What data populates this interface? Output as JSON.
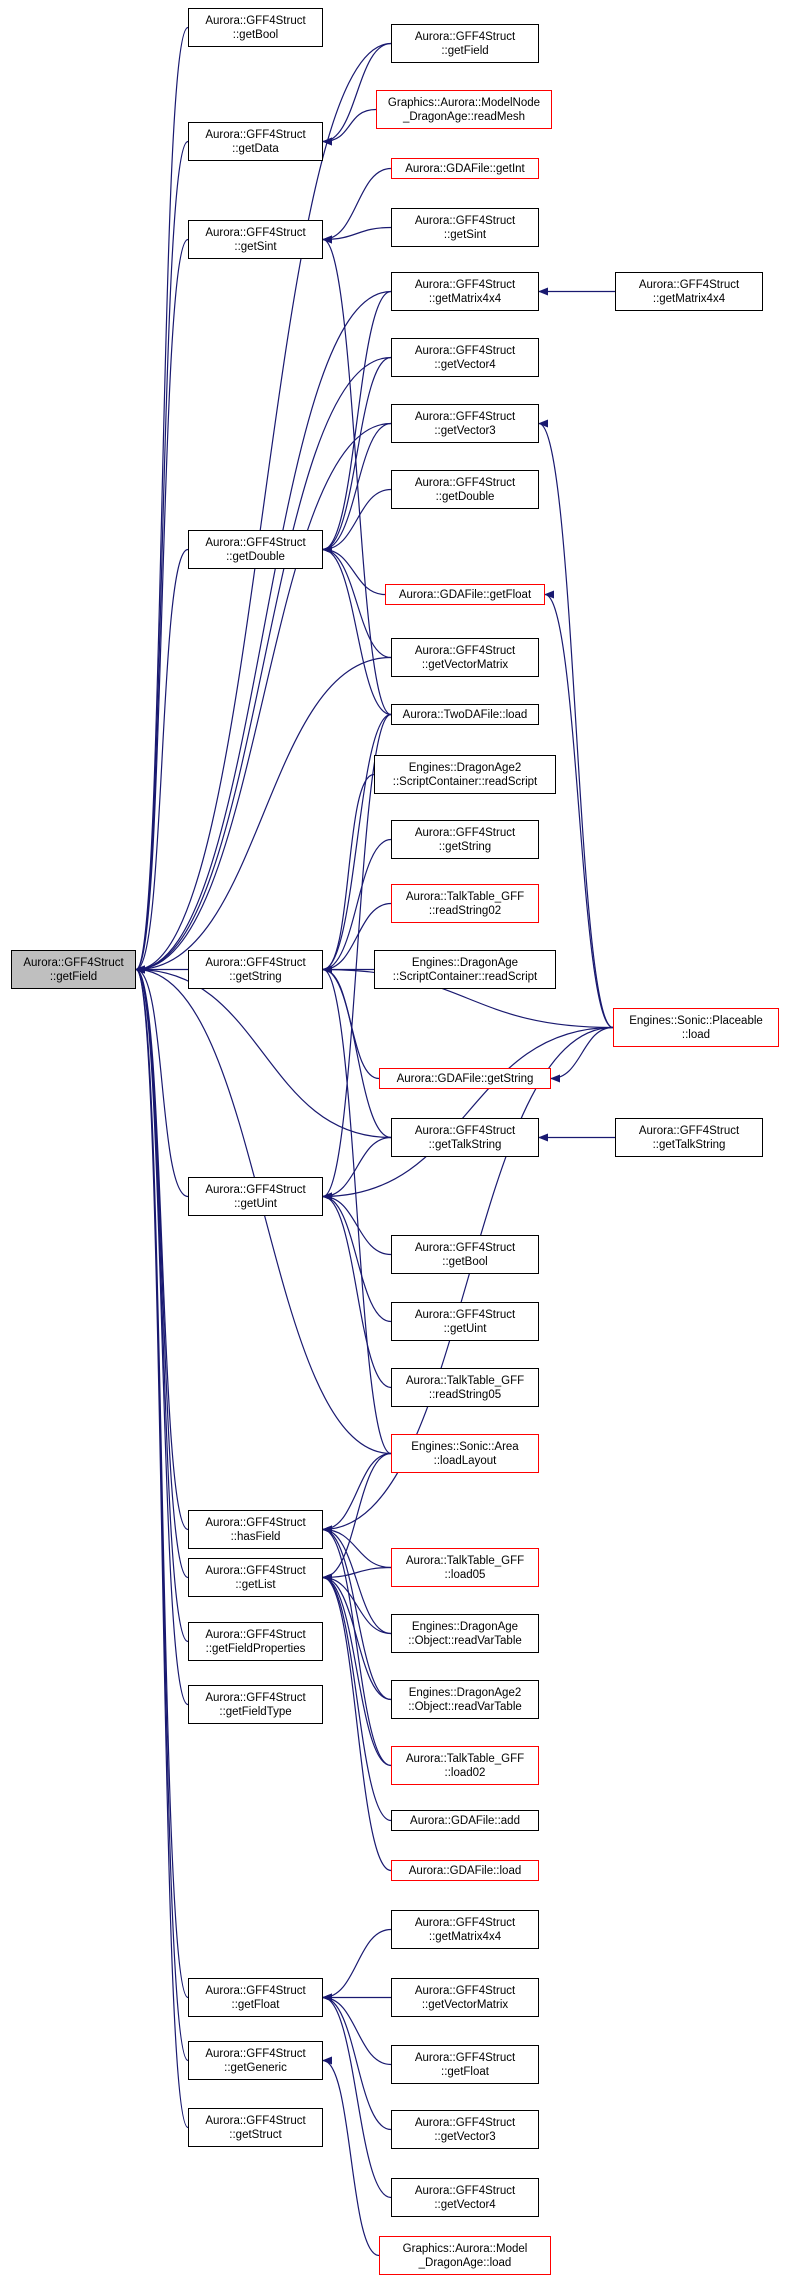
{
  "nodes": [
    {
      "id": "root",
      "label": "Aurora::GFF4Struct\n::getField",
      "kind": "root"
    },
    {
      "id": "getBool_a",
      "label": "Aurora::GFF4Struct\n::getBool",
      "kind": "normal"
    },
    {
      "id": "getData",
      "label": "Aurora::GFF4Struct\n::getData",
      "kind": "normal"
    },
    {
      "id": "getSint",
      "label": "Aurora::GFF4Struct\n::getSint",
      "kind": "normal"
    },
    {
      "id": "getDouble",
      "label": "Aurora::GFF4Struct\n::getDouble",
      "kind": "normal"
    },
    {
      "id": "getString",
      "label": "Aurora::GFF4Struct\n::getString",
      "kind": "normal"
    },
    {
      "id": "getUint",
      "label": "Aurora::GFF4Struct\n::getUint",
      "kind": "normal"
    },
    {
      "id": "hasField",
      "label": "Aurora::GFF4Struct\n::hasField",
      "kind": "normal"
    },
    {
      "id": "getList",
      "label": "Aurora::GFF4Struct\n::getList",
      "kind": "normal"
    },
    {
      "id": "getFieldProperties",
      "label": "Aurora::GFF4Struct\n::getFieldProperties",
      "kind": "normal"
    },
    {
      "id": "getFieldType",
      "label": "Aurora::GFF4Struct\n::getFieldType",
      "kind": "normal"
    },
    {
      "id": "getFloat",
      "label": "Aurora::GFF4Struct\n::getFloat",
      "kind": "normal"
    },
    {
      "id": "getGeneric",
      "label": "Aurora::GFF4Struct\n::getGeneric",
      "kind": "normal"
    },
    {
      "id": "getStruct",
      "label": "Aurora::GFF4Struct\n::getStruct",
      "kind": "normal"
    },
    {
      "id": "c_getField",
      "label": "Aurora::GFF4Struct\n::getField",
      "kind": "normal"
    },
    {
      "id": "readMesh",
      "label": "Graphics::Aurora::ModelNode\n_DragonAge::readMesh",
      "kind": "red"
    },
    {
      "id": "gda_getInt",
      "label": "Aurora::GDAFile::getInt",
      "kind": "red"
    },
    {
      "id": "c_getSint",
      "label": "Aurora::GFF4Struct\n::getSint",
      "kind": "normal"
    },
    {
      "id": "c_getMatrix4x4",
      "label": "Aurora::GFF4Struct\n::getMatrix4x4",
      "kind": "normal"
    },
    {
      "id": "c_getVector4",
      "label": "Aurora::GFF4Struct\n::getVector4",
      "kind": "normal"
    },
    {
      "id": "c_getVector3",
      "label": "Aurora::GFF4Struct\n::getVector3",
      "kind": "normal"
    },
    {
      "id": "c_getDouble",
      "label": "Aurora::GFF4Struct\n::getDouble",
      "kind": "normal"
    },
    {
      "id": "gda_getFloat",
      "label": "Aurora::GDAFile::getFloat",
      "kind": "red"
    },
    {
      "id": "c_getVectorMatrix",
      "label": "Aurora::GFF4Struct\n::getVectorMatrix",
      "kind": "normal"
    },
    {
      "id": "twoda_load",
      "label": "Aurora::TwoDAFile::load",
      "kind": "normal"
    },
    {
      "id": "da2_readScript",
      "label": "Engines::DragonAge2\n::ScriptContainer::readScript",
      "kind": "normal"
    },
    {
      "id": "c_getString",
      "label": "Aurora::GFF4Struct\n::getString",
      "kind": "normal"
    },
    {
      "id": "tt_readString02",
      "label": "Aurora::TalkTable_GFF\n::readString02",
      "kind": "red"
    },
    {
      "id": "da_readScript",
      "label": "Engines::DragonAge\n::ScriptContainer::readScript",
      "kind": "normal"
    },
    {
      "id": "gda_getString",
      "label": "Aurora::GDAFile::getString",
      "kind": "red"
    },
    {
      "id": "c_getTalkString",
      "label": "Aurora::GFF4Struct\n::getTalkString",
      "kind": "normal"
    },
    {
      "id": "c_getBool",
      "label": "Aurora::GFF4Struct\n::getBool",
      "kind": "normal"
    },
    {
      "id": "c_getUint",
      "label": "Aurora::GFF4Struct\n::getUint",
      "kind": "normal"
    },
    {
      "id": "tt_readString05",
      "label": "Aurora::TalkTable_GFF\n::readString05",
      "kind": "normal"
    },
    {
      "id": "area_loadLayout",
      "label": "Engines::Sonic::Area\n::loadLayout",
      "kind": "red"
    },
    {
      "id": "tt_load05",
      "label": "Aurora::TalkTable_GFF\n::load05",
      "kind": "red"
    },
    {
      "id": "da_readVarTable",
      "label": "Engines::DragonAge\n::Object::readVarTable",
      "kind": "normal"
    },
    {
      "id": "da2_readVarTable",
      "label": "Engines::DragonAge2\n::Object::readVarTable",
      "kind": "normal"
    },
    {
      "id": "tt_load02",
      "label": "Aurora::TalkTable_GFF\n::load02",
      "kind": "red"
    },
    {
      "id": "gda_add",
      "label": "Aurora::GDAFile::add",
      "kind": "normal"
    },
    {
      "id": "gda_load",
      "label": "Aurora::GDAFile::load",
      "kind": "red"
    },
    {
      "id": "f_getMatrix4x4",
      "label": "Aurora::GFF4Struct\n::getMatrix4x4",
      "kind": "normal"
    },
    {
      "id": "f_getVectorMatrix",
      "label": "Aurora::GFF4Struct\n::getVectorMatrix",
      "kind": "normal"
    },
    {
      "id": "f_getFloat",
      "label": "Aurora::GFF4Struct\n::getFloat",
      "kind": "normal"
    },
    {
      "id": "f_getVector3",
      "label": "Aurora::GFF4Struct\n::getVector3",
      "kind": "normal"
    },
    {
      "id": "f_getVector4",
      "label": "Aurora::GFF4Struct\n::getVector4",
      "kind": "normal"
    },
    {
      "id": "model_load",
      "label": "Graphics::Aurora::Model\n_DragonAge::load",
      "kind": "red"
    },
    {
      "id": "d_getMatrix4x4",
      "label": "Aurora::GFF4Struct\n::getMatrix4x4",
      "kind": "normal"
    },
    {
      "id": "placeable_load",
      "label": "Engines::Sonic::Placeable\n::load",
      "kind": "red"
    },
    {
      "id": "d_getTalkString",
      "label": "Aurora::GFF4Struct\n::getTalkString",
      "kind": "normal"
    }
  ],
  "edges": [
    [
      "getBool_a",
      "root"
    ],
    [
      "getData",
      "root"
    ],
    [
      "getSint",
      "root"
    ],
    [
      "getDouble",
      "root"
    ],
    [
      "getString",
      "root"
    ],
    [
      "getUint",
      "root"
    ],
    [
      "hasField",
      "root"
    ],
    [
      "getList",
      "root"
    ],
    [
      "getFieldProperties",
      "root"
    ],
    [
      "getFieldType",
      "root"
    ],
    [
      "getFloat",
      "root"
    ],
    [
      "getGeneric",
      "root"
    ],
    [
      "getStruct",
      "root"
    ],
    [
      "c_getField",
      "root"
    ],
    [
      "c_getMatrix4x4",
      "root"
    ],
    [
      "c_getVector4",
      "root"
    ],
    [
      "c_getVector3",
      "root"
    ],
    [
      "c_getVectorMatrix",
      "root"
    ],
    [
      "c_getTalkString",
      "root"
    ],
    [
      "area_loadLayout",
      "root"
    ],
    [
      "c_getField",
      "getData"
    ],
    [
      "readMesh",
      "getData"
    ],
    [
      "gda_getInt",
      "getSint"
    ],
    [
      "c_getSint",
      "getSint"
    ],
    [
      "twoda_load",
      "getSint"
    ],
    [
      "c_getMatrix4x4",
      "getDouble"
    ],
    [
      "c_getVector4",
      "getDouble"
    ],
    [
      "c_getVector3",
      "getDouble"
    ],
    [
      "c_getDouble",
      "getDouble"
    ],
    [
      "gda_getFloat",
      "getDouble"
    ],
    [
      "c_getVectorMatrix",
      "getDouble"
    ],
    [
      "twoda_load",
      "getDouble"
    ],
    [
      "d_getMatrix4x4",
      "c_getMatrix4x4"
    ],
    [
      "placeable_load",
      "c_getVector3"
    ],
    [
      "placeable_load",
      "gda_getFloat"
    ],
    [
      "twoda_load",
      "getString"
    ],
    [
      "da2_readScript",
      "getString"
    ],
    [
      "c_getString",
      "getString"
    ],
    [
      "tt_readString02",
      "getString"
    ],
    [
      "da_readScript",
      "getString"
    ],
    [
      "placeable_load",
      "getString"
    ],
    [
      "gda_getString",
      "getString"
    ],
    [
      "c_getTalkString",
      "getString"
    ],
    [
      "area_loadLayout",
      "getString"
    ],
    [
      "placeable_load",
      "gda_getString"
    ],
    [
      "d_getTalkString",
      "c_getTalkString"
    ],
    [
      "twoda_load",
      "getUint"
    ],
    [
      "c_getTalkString",
      "getUint"
    ],
    [
      "placeable_load",
      "getUint"
    ],
    [
      "c_getBool",
      "getUint"
    ],
    [
      "c_getUint",
      "getUint"
    ],
    [
      "tt_readString05",
      "getUint"
    ],
    [
      "area_loadLayout",
      "hasField"
    ],
    [
      "placeable_load",
      "hasField"
    ],
    [
      "tt_load05",
      "hasField"
    ],
    [
      "da_readVarTable",
      "hasField"
    ],
    [
      "da2_readVarTable",
      "hasField"
    ],
    [
      "tt_load02",
      "hasField"
    ],
    [
      "area_loadLayout",
      "getList"
    ],
    [
      "tt_load05",
      "getList"
    ],
    [
      "da_readVarTable",
      "getList"
    ],
    [
      "da2_readVarTable",
      "getList"
    ],
    [
      "tt_load02",
      "getList"
    ],
    [
      "gda_add",
      "getList"
    ],
    [
      "gda_load",
      "getList"
    ],
    [
      "f_getMatrix4x4",
      "getFloat"
    ],
    [
      "f_getVectorMatrix",
      "getFloat"
    ],
    [
      "f_getFloat",
      "getFloat"
    ],
    [
      "f_getVector3",
      "getFloat"
    ],
    [
      "f_getVector4",
      "getFloat"
    ],
    [
      "model_load",
      "getGeneric"
    ]
  ],
  "colors": {
    "edge": "#191970",
    "red_border": "#ff0000",
    "root_fill": "#bfbfbf",
    "border": "#000000"
  }
}
